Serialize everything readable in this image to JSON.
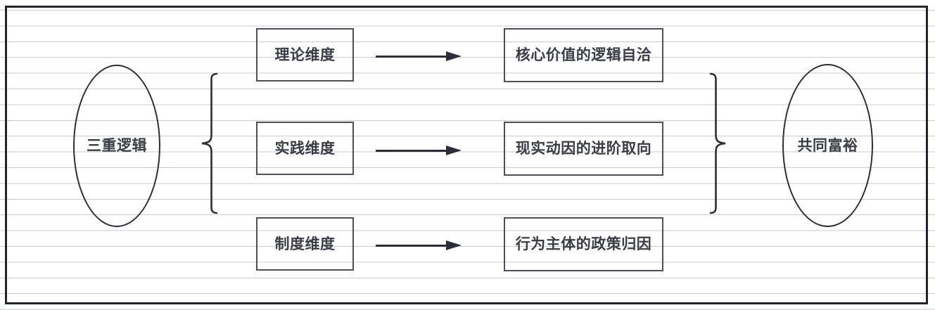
{
  "diagram": {
    "title_left": "三重逻辑",
    "title_right": "共同富裕",
    "rows": [
      {
        "dimension": "理论维度",
        "outcome": "核心价值的逻辑自洽"
      },
      {
        "dimension": "实践维度",
        "outcome": "现实动因的进阶取向"
      },
      {
        "dimension": "制度维度",
        "outcome": "行为主体的政策归因"
      }
    ],
    "colors": {
      "frame": "#22252e",
      "rule_line": "#c9cbd0",
      "shape_stroke": "#2b2e38",
      "box_stroke": "#4c505c",
      "text": "#3a3d45",
      "background": "#ffffff"
    },
    "icons": {
      "brace_left": "left-curly-brace",
      "brace_right": "right-curly-brace",
      "arrow": "right-arrow"
    }
  }
}
